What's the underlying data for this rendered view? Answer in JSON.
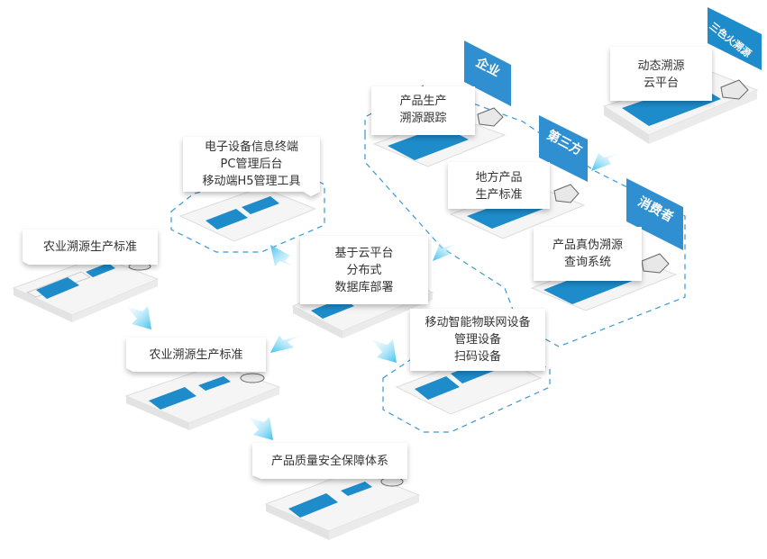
{
  "labels": {
    "device_terminal": [
      "电子设备信息终端",
      "PC管理后台",
      "移动端H5管理工具"
    ],
    "agri_standard_top": "农业溯源生产标准",
    "agri_standard_mid": "农业溯源生产标准",
    "cloud_platform": [
      "基于云平台",
      "分布式",
      "数据库部署"
    ],
    "iot_devices": [
      "移动智能物联网设备",
      "管理设备",
      "扫码设备"
    ],
    "quality_system": "产品质量安全保障体系",
    "product_trace": [
      "产品生产",
      "溯源跟踪"
    ],
    "local_standard": [
      "地方产品",
      "生产标准"
    ],
    "authenticity_query": [
      "产品真伪溯源",
      "查询系统"
    ],
    "dynamic_cloud": [
      "动态溯源",
      "云平台"
    ]
  },
  "tags": {
    "enterprise": "企业",
    "third_party": "第三方",
    "consumer": "消费者",
    "brand": "三色火溯源"
  },
  "colors": {
    "accent": "#1e8ccb",
    "arrow": "#6ccff0",
    "dash": "#3a97d4",
    "card_bg": "#ffffff",
    "platform": "#f4f4f4"
  }
}
